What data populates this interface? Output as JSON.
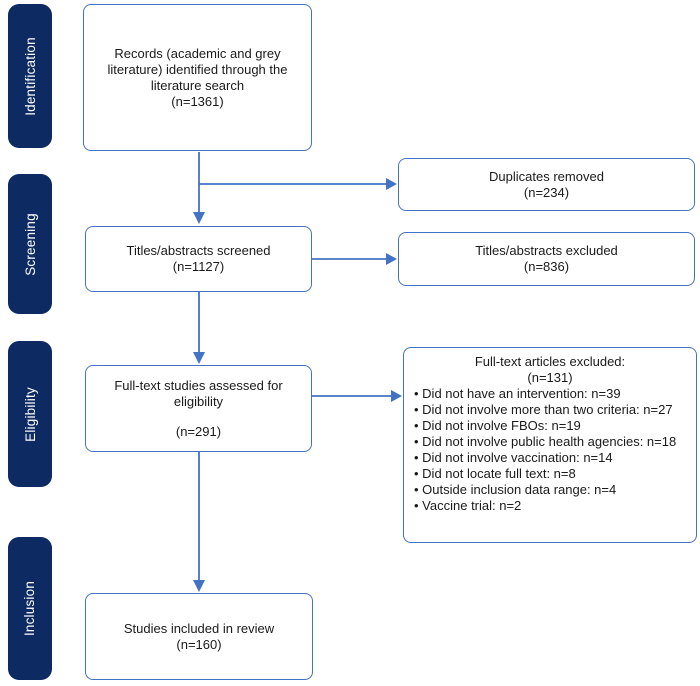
{
  "colors": {
    "stage_bg": "#0E2A63",
    "stage_text": "#FFFFFF",
    "box_border": "#4472C4",
    "arrow": "#4472C4",
    "text": "#1A1A1A"
  },
  "stages": [
    {
      "label": "Identification"
    },
    {
      "label": "Screening"
    },
    {
      "label": "Eligibility"
    },
    {
      "label": "Inclusion"
    }
  ],
  "boxes": {
    "records": {
      "label": "Records (academic and grey\nliterature) identified through the\nliterature search",
      "count": "(n=1361)"
    },
    "duplicates_removed": {
      "label": "Duplicates removed",
      "count": "(n=234)"
    },
    "titles_screened": {
      "label": "Titles/abstracts screened",
      "count": "(n=1127)"
    },
    "titles_excluded": {
      "label": "Titles/abstracts excluded",
      "count": "(n=836)"
    },
    "fulltext_assessed": {
      "label": "Full-text studies assessed for\neligibility",
      "count": "(n=291)"
    },
    "fulltext_excluded": {
      "label": "Full-text articles excluded:",
      "count": "(n=131)",
      "reasons": [
        "Did not have an intervention: n=39",
        "Did not involve more than two criteria: n=27",
        "Did not involve FBOs: n=19",
        "Did not involve public health agencies: n=18",
        "Did not involve vaccination: n=14",
        "Did not locate full text: n=8",
        "Outside inclusion data range: n=4",
        "Vaccine trial: n=2"
      ]
    },
    "included": {
      "label": "Studies included in review",
      "count": "(n=160)"
    }
  }
}
